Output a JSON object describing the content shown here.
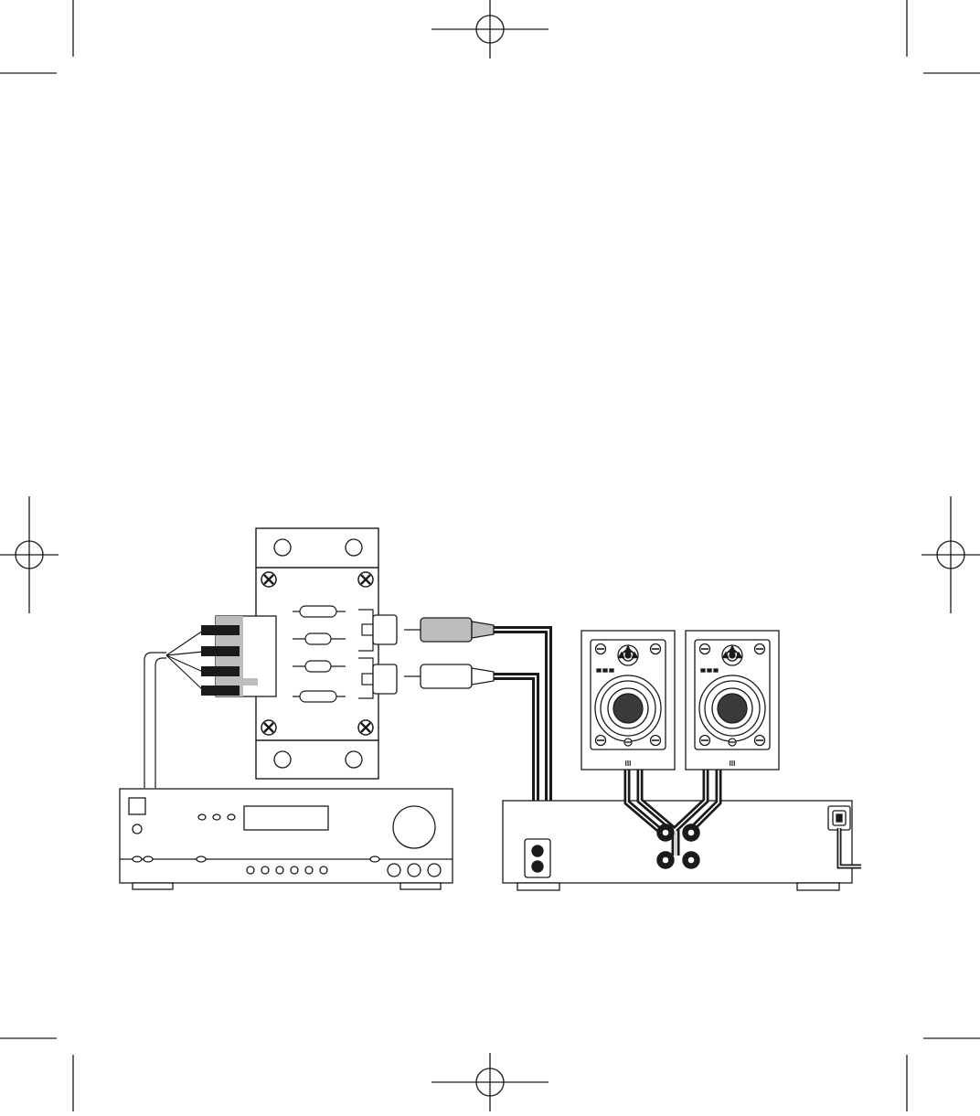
{
  "diagram": {
    "kind": "wiring-illustration",
    "components": [
      {
        "id": "line-output-converter",
        "name": ""
      },
      {
        "id": "head-unit-receiver",
        "name": ""
      },
      {
        "id": "left-speaker",
        "name": "",
        "badge": "III"
      },
      {
        "id": "right-speaker",
        "name": "",
        "badge": "III"
      },
      {
        "id": "subwoofer-amplifier",
        "name": ""
      }
    ],
    "connections": [
      {
        "from": "head-unit-receiver",
        "to": "line-output-converter",
        "type": "speaker-wire"
      },
      {
        "from": "line-output-converter",
        "to": "subwoofer-amplifier",
        "type": "rca-cable",
        "count": 2
      },
      {
        "from": "left-speaker",
        "to": "subwoofer-amplifier",
        "type": "speaker-wire"
      },
      {
        "from": "right-speaker",
        "to": "subwoofer-amplifier",
        "type": "speaker-wire"
      },
      {
        "from": "subwoofer-amplifier",
        "to": "power",
        "type": "power-cord"
      }
    ],
    "colors": {
      "ink": "#1a1a1a",
      "gray_plug": "#bdbdbd",
      "paper": "#ffffff"
    }
  }
}
